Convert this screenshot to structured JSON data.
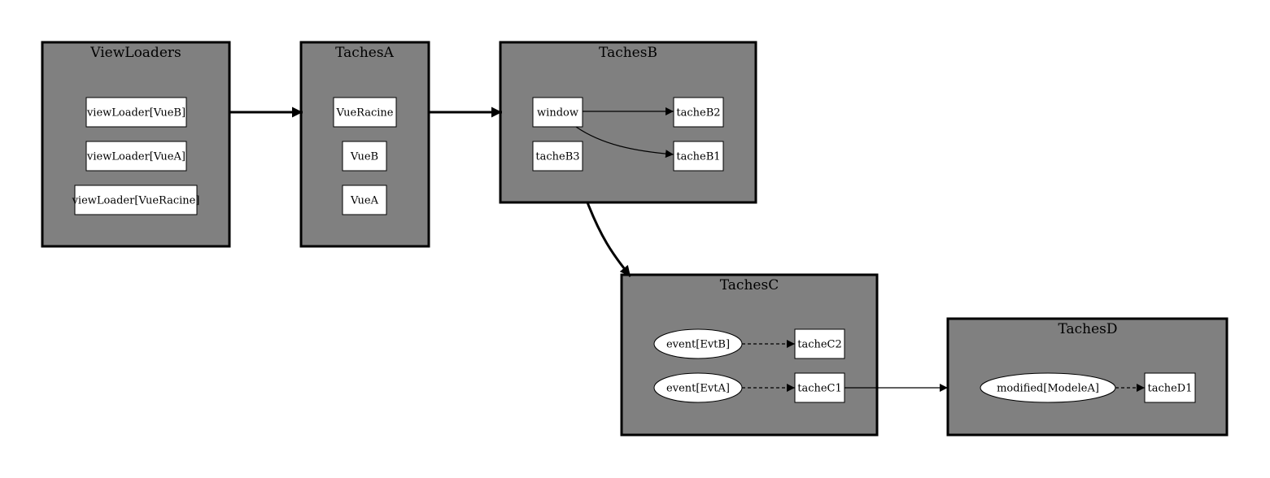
{
  "clusters": {
    "viewloaders": {
      "label": "ViewLoaders"
    },
    "tachesa": {
      "label": "TachesA"
    },
    "tachesb": {
      "label": "TachesB"
    },
    "tachesc": {
      "label": "TachesC"
    },
    "tachesd": {
      "label": "TachesD"
    }
  },
  "nodes": {
    "viewloader_vueb": "viewLoader[VueB]",
    "viewloader_vuea": "viewLoader[VueA]",
    "viewloader_vueracine": "viewLoader[VueRacine]",
    "vueracine": "VueRacine",
    "vueb": "VueB",
    "vuea": "VueA",
    "window": "window",
    "tacheb2": "tacheB2",
    "tacheb1": "tacheB1",
    "tacheb3": "tacheB3",
    "event_evtb": "event[EvtB]",
    "event_evta": "event[EvtA]",
    "tachec2": "tacheC2",
    "tachec1": "tacheC1",
    "modified_modelea": "modified[ModeleA]",
    "tached1": "tacheD1"
  },
  "colors": {
    "cluster_fill": "#808080",
    "node_fill": "#ffffff",
    "stroke": "#000000"
  }
}
